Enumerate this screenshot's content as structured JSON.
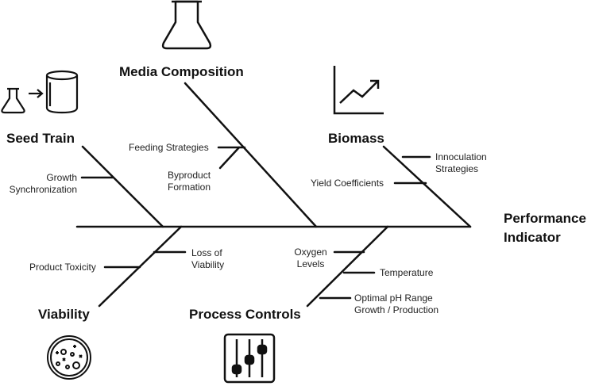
{
  "effect": {
    "line1": "Performance",
    "line2": "Indicator"
  },
  "categories": {
    "media": {
      "label": "Media Composition",
      "icon": "flask-icon"
    },
    "biomass": {
      "label": "Biomass",
      "icon": "growth-chart-icon"
    },
    "seed": {
      "label": "Seed Train",
      "icon": "flask-to-bioreactor-icon"
    },
    "viability": {
      "label": "Viability",
      "icon": "petri-dish-icon"
    },
    "process": {
      "label": "Process Controls",
      "icon": "slider-controls-icon"
    }
  },
  "causes": {
    "growth_sync": {
      "line1": "Growth",
      "line2": "Synchronization"
    },
    "feeding": "Feeding Strategies",
    "byproduct": {
      "line1": "Byproduct",
      "line2": "Formation"
    },
    "innoculation": {
      "line1": "Innoculation",
      "line2": "Strategies"
    },
    "yield": "Yield Coefficients",
    "toxicity": "Product Toxicity",
    "loss_viability": {
      "line1": "Loss of",
      "line2": "Viability"
    },
    "oxygen": {
      "line1": "Oxygen",
      "line2": "Levels"
    },
    "temperature": "Temperature",
    "ph": {
      "line1": "Optimal pH Range",
      "line2": "Growth / Production"
    }
  }
}
